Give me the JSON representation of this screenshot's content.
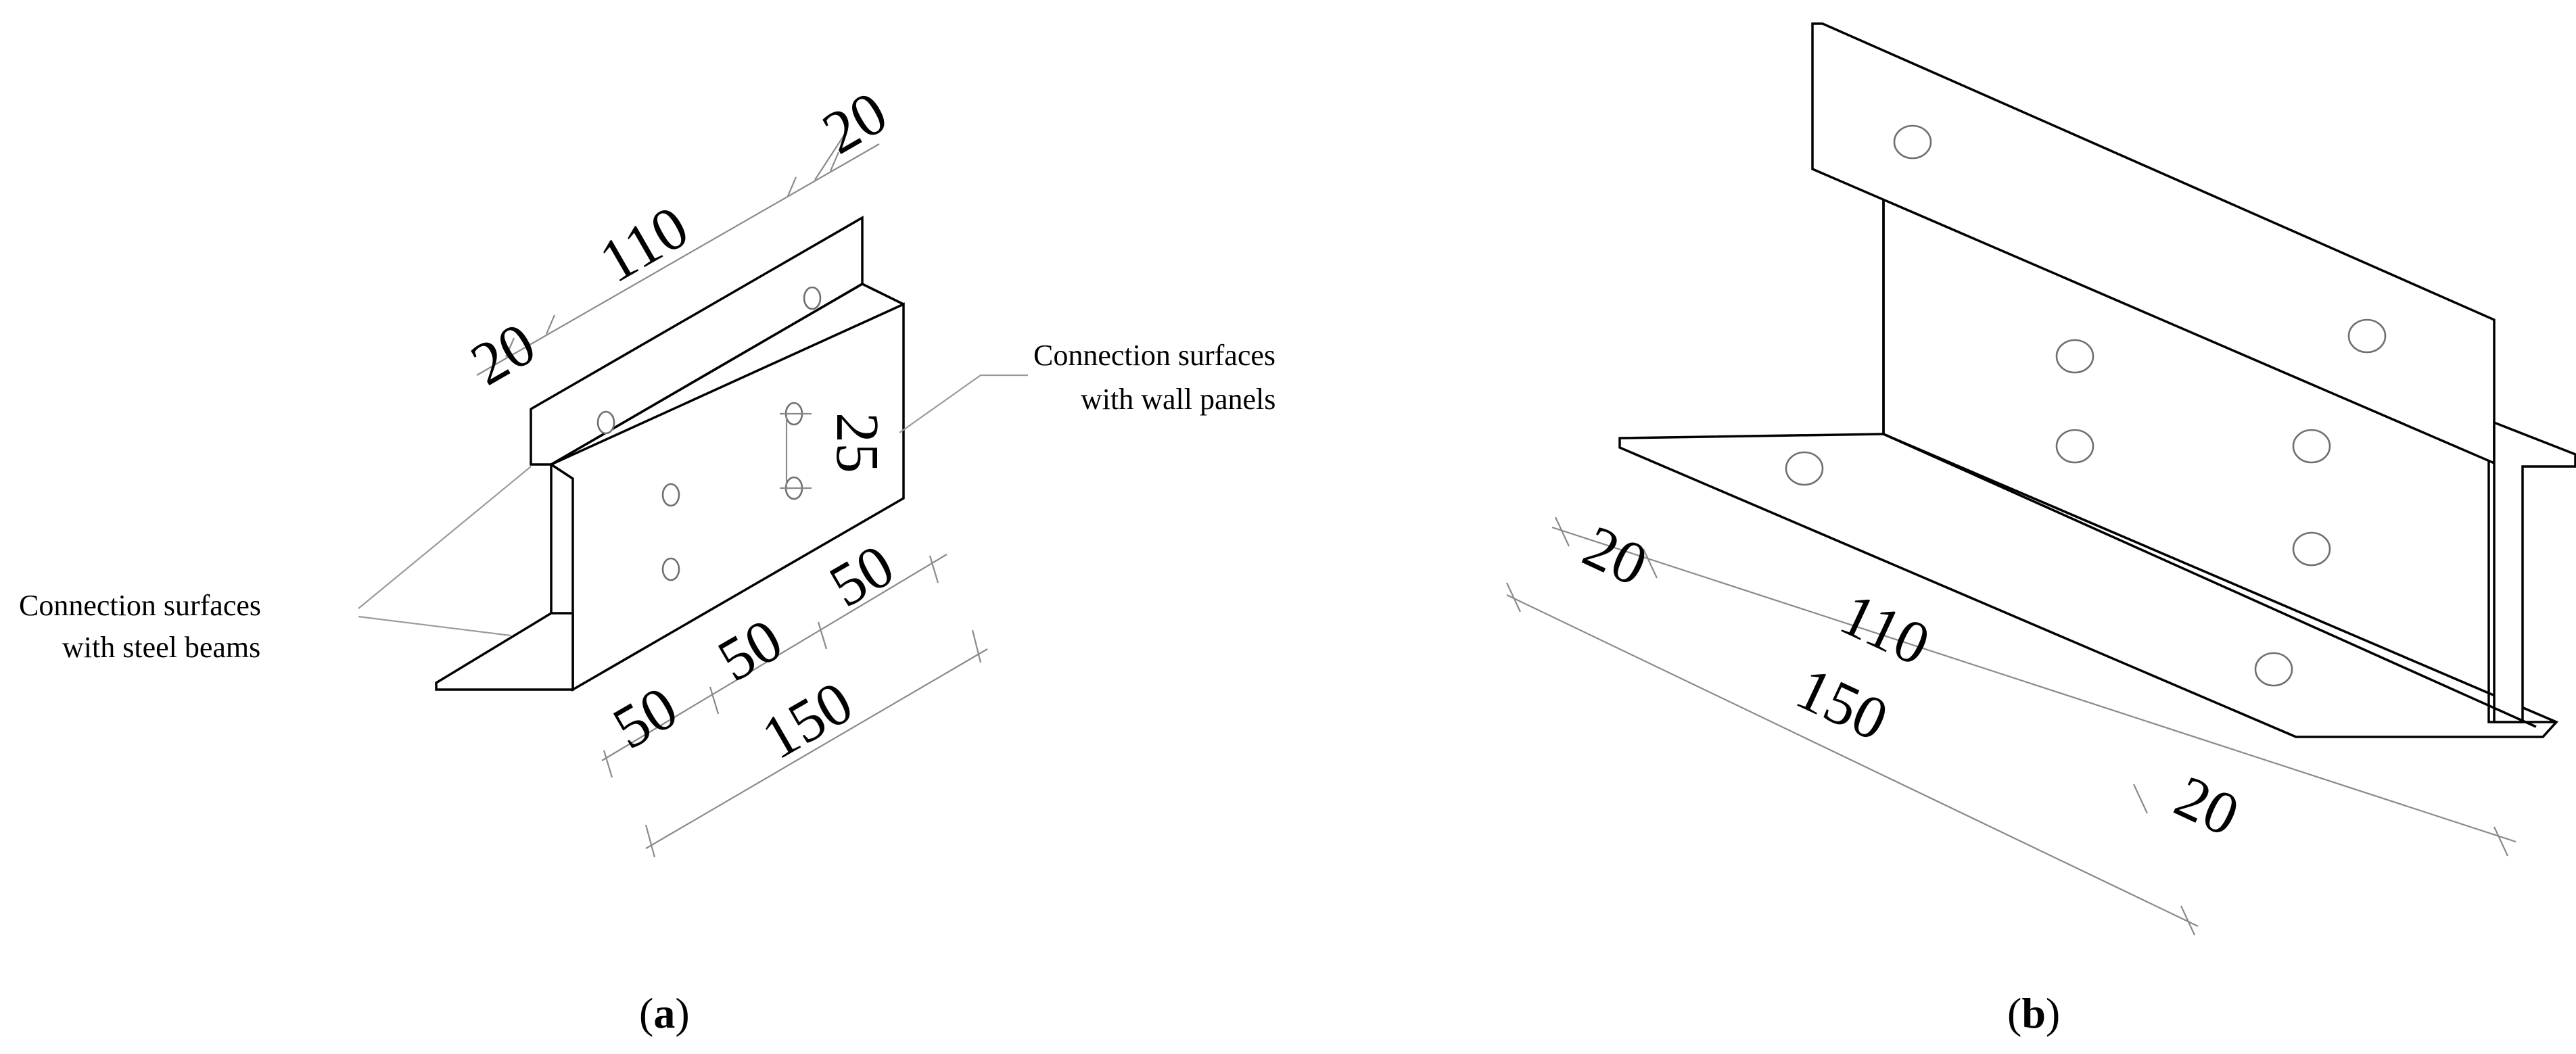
{
  "panel_a": {
    "caption": {
      "open": "(",
      "letter": "a",
      "close": ")"
    },
    "labels": {
      "wall_line1": "Connection surfaces",
      "wall_line2": "with wall panels",
      "beam_line1": "Connection surfaces",
      "beam_line2": "with steel beams"
    },
    "dims": {
      "top_left": "20",
      "top_mid": "110",
      "top_right": "20",
      "bolt_spacing": "25",
      "bot_1": "50",
      "bot_2": "50",
      "bot_3": "50",
      "bot_total": "150"
    }
  },
  "panel_b": {
    "caption": {
      "open": "(",
      "letter": "b",
      "close": ")"
    },
    "dims": {
      "left": "20",
      "mid": "110",
      "right": "20",
      "total": "150"
    }
  },
  "colors": {
    "line": "#000000",
    "dimension": "#8a8a8a",
    "hole": "#6f6f6f"
  }
}
